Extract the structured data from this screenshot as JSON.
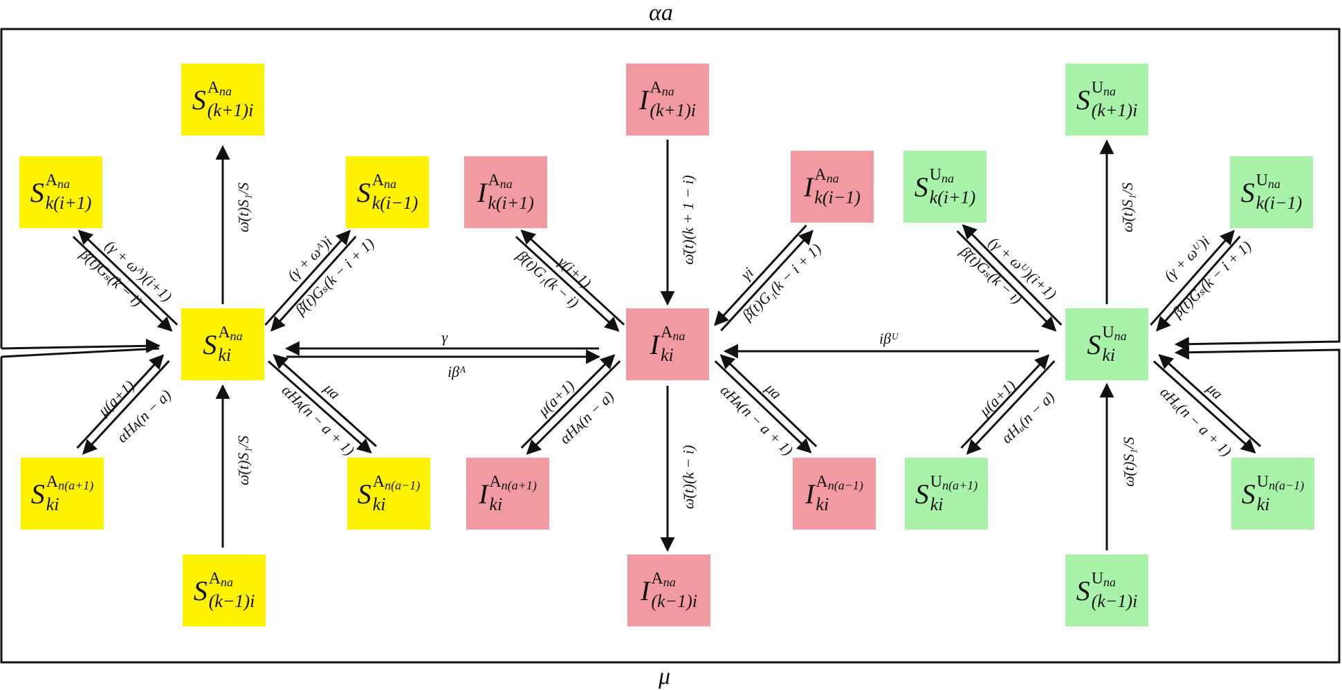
{
  "colors": {
    "yellow": "#FFF200",
    "pink": "#F29AA2",
    "green": "#A8F2A9",
    "line": "#111111"
  },
  "labels": {
    "top": "αa",
    "bottom": "μ"
  },
  "nodes": [
    {
      "id": "yA_up",
      "sym": "S",
      "sup": "A",
      "supb": "na",
      "low": "(k+1)i",
      "color": "yellow"
    },
    {
      "id": "yA_left",
      "sym": "S",
      "sup": "A",
      "supb": "na",
      "low": "k(i+1)",
      "color": "yellow"
    },
    {
      "id": "yA_right",
      "sym": "S",
      "sup": "A",
      "supb": "na",
      "low": "k(i−1)",
      "color": "yellow"
    },
    {
      "id": "yA_center",
      "sym": "S",
      "sup": "A",
      "supb": "na",
      "low": "ki",
      "color": "yellow"
    },
    {
      "id": "yA_bl",
      "sym": "S",
      "sup": "A",
      "supb": "n(a+1)",
      "low": "ki",
      "color": "yellow"
    },
    {
      "id": "yA_br",
      "sym": "S",
      "sup": "A",
      "supb": "n(a−1)",
      "low": "ki",
      "color": "yellow"
    },
    {
      "id": "yA_down",
      "sym": "S",
      "sup": "A",
      "supb": "na",
      "low": "(k−1)i",
      "color": "yellow"
    },
    {
      "id": "pI_up",
      "sym": "I",
      "sup": "A",
      "supb": "na",
      "low": "(k+1)i",
      "color": "pink"
    },
    {
      "id": "pI_left",
      "sym": "I",
      "sup": "A",
      "supb": "na",
      "low": "k(i+1)",
      "color": "pink"
    },
    {
      "id": "pI_right",
      "sym": "I",
      "sup": "A",
      "supb": "na",
      "low": "k(i−1)",
      "color": "pink"
    },
    {
      "id": "pI_center",
      "sym": "I",
      "sup": "A",
      "supb": "na",
      "low": "ki",
      "color": "pink"
    },
    {
      "id": "pI_bl",
      "sym": "I",
      "sup": "A",
      "supb": "n(a+1)",
      "low": "ki",
      "color": "pink"
    },
    {
      "id": "pI_br",
      "sym": "I",
      "sup": "A",
      "supb": "n(a−1)",
      "low": "ki",
      "color": "pink"
    },
    {
      "id": "pI_down",
      "sym": "I",
      "sup": "A",
      "supb": "na",
      "low": "(k−1)i",
      "color": "pink"
    },
    {
      "id": "gU_up",
      "sym": "S",
      "sup": "U",
      "supb": "na",
      "low": "(k+1)i",
      "color": "green"
    },
    {
      "id": "gU_left",
      "sym": "S",
      "sup": "U",
      "supb": "na",
      "low": "k(i+1)",
      "color": "green"
    },
    {
      "id": "gU_right",
      "sym": "S",
      "sup": "U",
      "supb": "na",
      "low": "k(i−1)",
      "color": "green"
    },
    {
      "id": "gU_center",
      "sym": "S",
      "sup": "U",
      "supb": "na",
      "low": "ki",
      "color": "green"
    },
    {
      "id": "gU_bl",
      "sym": "S",
      "sup": "U",
      "supb": "n(a+1)",
      "low": "ki",
      "color": "green"
    },
    {
      "id": "gU_br",
      "sym": "S",
      "sup": "U",
      "supb": "n(a−1)",
      "low": "ki",
      "color": "green"
    },
    {
      "id": "gU_down",
      "sym": "S",
      "sup": "U",
      "supb": "na",
      "low": "(k−1)i",
      "color": "green"
    }
  ],
  "edge_labels": [
    {
      "id": "l1",
      "text": "ω̄(t)S₁/S"
    },
    {
      "id": "l2",
      "text": "(γ + ωᴬ)(i+1)"
    },
    {
      "id": "l3",
      "text": "β̄(t)Gₛ(k − i)"
    },
    {
      "id": "l4",
      "text": "(γ + ωᴬ)i"
    },
    {
      "id": "l5",
      "text": "β̄(t)Gₛ(k − i + 1)"
    },
    {
      "id": "l6",
      "text": "μ(a+1)"
    },
    {
      "id": "l7",
      "text": "αHᴀ(n − a)"
    },
    {
      "id": "l8",
      "text": "αHᴀ(n − a + 1)"
    },
    {
      "id": "l9",
      "text": "μa"
    },
    {
      "id": "l10",
      "text": "ω̄(t)S₁/S"
    },
    {
      "id": "l11",
      "text": "γ"
    },
    {
      "id": "l12",
      "text": "iβᴬ"
    },
    {
      "id": "l13",
      "text": "ω̄(t)(k + 1 − i)"
    },
    {
      "id": "l14",
      "text": "γ(i+1)"
    },
    {
      "id": "l15",
      "text": "β̄(t)G₁(k − i)"
    },
    {
      "id": "l16",
      "text": "γi"
    },
    {
      "id": "l17",
      "text": "β̄(t)G₁(k − i + 1)"
    },
    {
      "id": "l18",
      "text": "μ(a+1)"
    },
    {
      "id": "l19",
      "text": "αHᴀ(n − a)"
    },
    {
      "id": "l20",
      "text": "αHᴀ(n − a + 1)"
    },
    {
      "id": "l21",
      "text": "μa"
    },
    {
      "id": "l22",
      "text": "ω̄(t)(k − i)"
    },
    {
      "id": "l23",
      "text": "iβᵁ"
    },
    {
      "id": "l24",
      "text": "(γ + ωᵁ)(i+1)"
    },
    {
      "id": "l25",
      "text": "β̄(t)Gₛ(k − i)"
    },
    {
      "id": "l26",
      "text": "ω̄(t)S₁/S"
    },
    {
      "id": "l27",
      "text": "(γ + ωᵁ)i"
    },
    {
      "id": "l28",
      "text": "β̄(t)Gₛ(k − i + 1)"
    },
    {
      "id": "l29",
      "text": "μ(a+1)"
    },
    {
      "id": "l30",
      "text": "αHᵤ(n − a)"
    },
    {
      "id": "l31",
      "text": "αHᵤ(n − a + 1)"
    },
    {
      "id": "l32",
      "text": "μa"
    },
    {
      "id": "l33",
      "text": "ω̄(t)S₁/S"
    }
  ]
}
